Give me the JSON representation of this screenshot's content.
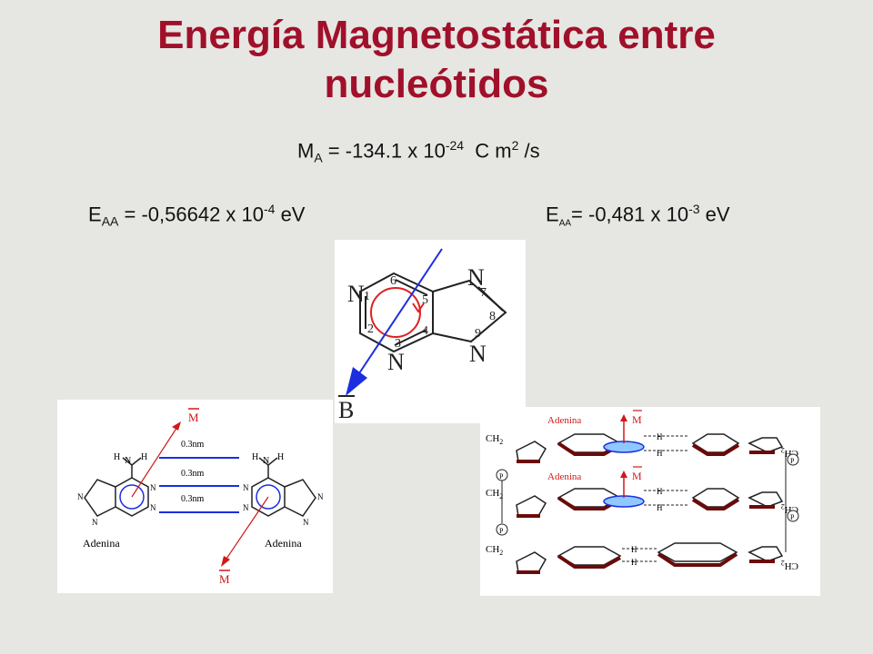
{
  "slide": {
    "title_line1": "Energía Magnetostática entre",
    "title_line2": "nucleótidos"
  },
  "formulas": {
    "ma": {
      "sym": "M",
      "sub": "A",
      "rest": " = -134.1 x 10",
      "exp": "-24",
      "unit_pre": "  C m",
      "unit_exp": "2",
      "unit_post": " /s"
    },
    "eaa_left": {
      "sym": "E",
      "sub": "AA",
      "rest": " = -0,56642 x 10",
      "exp": "-4",
      "unit": " eV"
    },
    "eaa_right": {
      "sym": "E",
      "sub": "AA",
      "rest": "= -0,481 x 10",
      "exp": "-3",
      "unit": " eV"
    }
  },
  "figure_center": {
    "ring_labels": [
      "N",
      "1",
      "2",
      "3",
      "N",
      "4",
      "5",
      "6",
      "N",
      "7",
      "8",
      "9",
      "N"
    ],
    "field_label": "B"
  },
  "figure_left": {
    "distances": [
      "0.3nm",
      "0.3nm",
      "0.3nm"
    ],
    "caption_left": "Adenina",
    "caption_right": "Adenina",
    "moment_label": "M",
    "atom_n": "N",
    "atom_h": "H"
  },
  "figure_right": {
    "adenina_labels": [
      "Adenina",
      "Adenina"
    ],
    "moment_label": "M",
    "ch2": "CH",
    "ch2_sub": "2",
    "p": "P",
    "h": "H"
  },
  "colors": {
    "title": "#a0102a",
    "moment": "#d01818",
    "field": "#1a2ee0",
    "background": "#e6e6e2"
  }
}
